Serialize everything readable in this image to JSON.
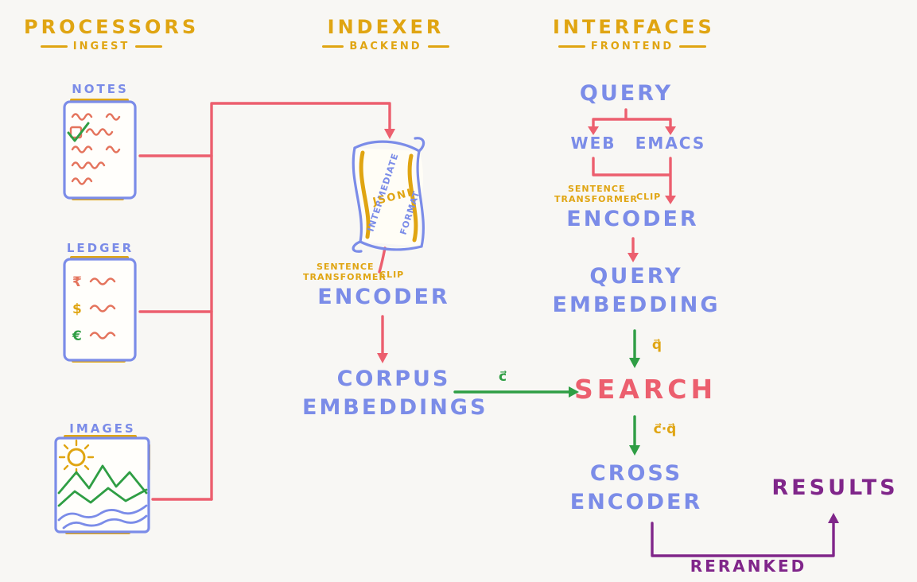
{
  "colors": {
    "bg": "#f8f7f4",
    "yellow": "#e0a512",
    "blue": "#7b8ce8",
    "red": "#ec5f6e",
    "green": "#2f9e44",
    "purple": "#80268a",
    "salmon": "#e4735c"
  },
  "sections": {
    "processors": {
      "title": "PROCESSORS",
      "subtitle": "INGEST"
    },
    "indexer": {
      "title": "INDEXER",
      "subtitle": "BACKEND"
    },
    "interfaces": {
      "title": "INTERFACES",
      "subtitle": "FRONTEND"
    }
  },
  "processors": {
    "notes": {
      "label": "NOTES"
    },
    "ledger": {
      "label": "LEDGER",
      "symbols": [
        "₹",
        "$",
        "€"
      ]
    },
    "images": {
      "label": "IMAGES"
    }
  },
  "indexer": {
    "scroll": {
      "left_text": "INTERMEDIATE",
      "center_text": "JSONL",
      "right_text": "FORMAT"
    },
    "model": {
      "line1": "SENTENCE",
      "line2": "TRANSFORMER",
      "alt": "CLIP"
    },
    "encoder": "ENCODER",
    "corpus": {
      "line1": "CORPUS",
      "line2": "EMBEDDINGS"
    }
  },
  "interfaces": {
    "query": "QUERY",
    "clients": {
      "web": "WEB",
      "emacs": "EMACS"
    },
    "model": {
      "line1": "SENTENCE",
      "line2": "TRANSFORMER",
      "alt": "CLIP"
    },
    "encoder": "ENCODER",
    "query_embedding": {
      "line1": "QUERY",
      "line2": "EMBEDDING"
    },
    "search": "SEARCH",
    "cross_encoder": {
      "line1": "CROSS",
      "line2": "ENCODER"
    },
    "results": "RESULTS"
  },
  "edges": {
    "corpus_vector": "c⃗",
    "query_vector": "q⃗",
    "dot_product": "c⃗·q⃗",
    "reranked": "RERANKED"
  }
}
